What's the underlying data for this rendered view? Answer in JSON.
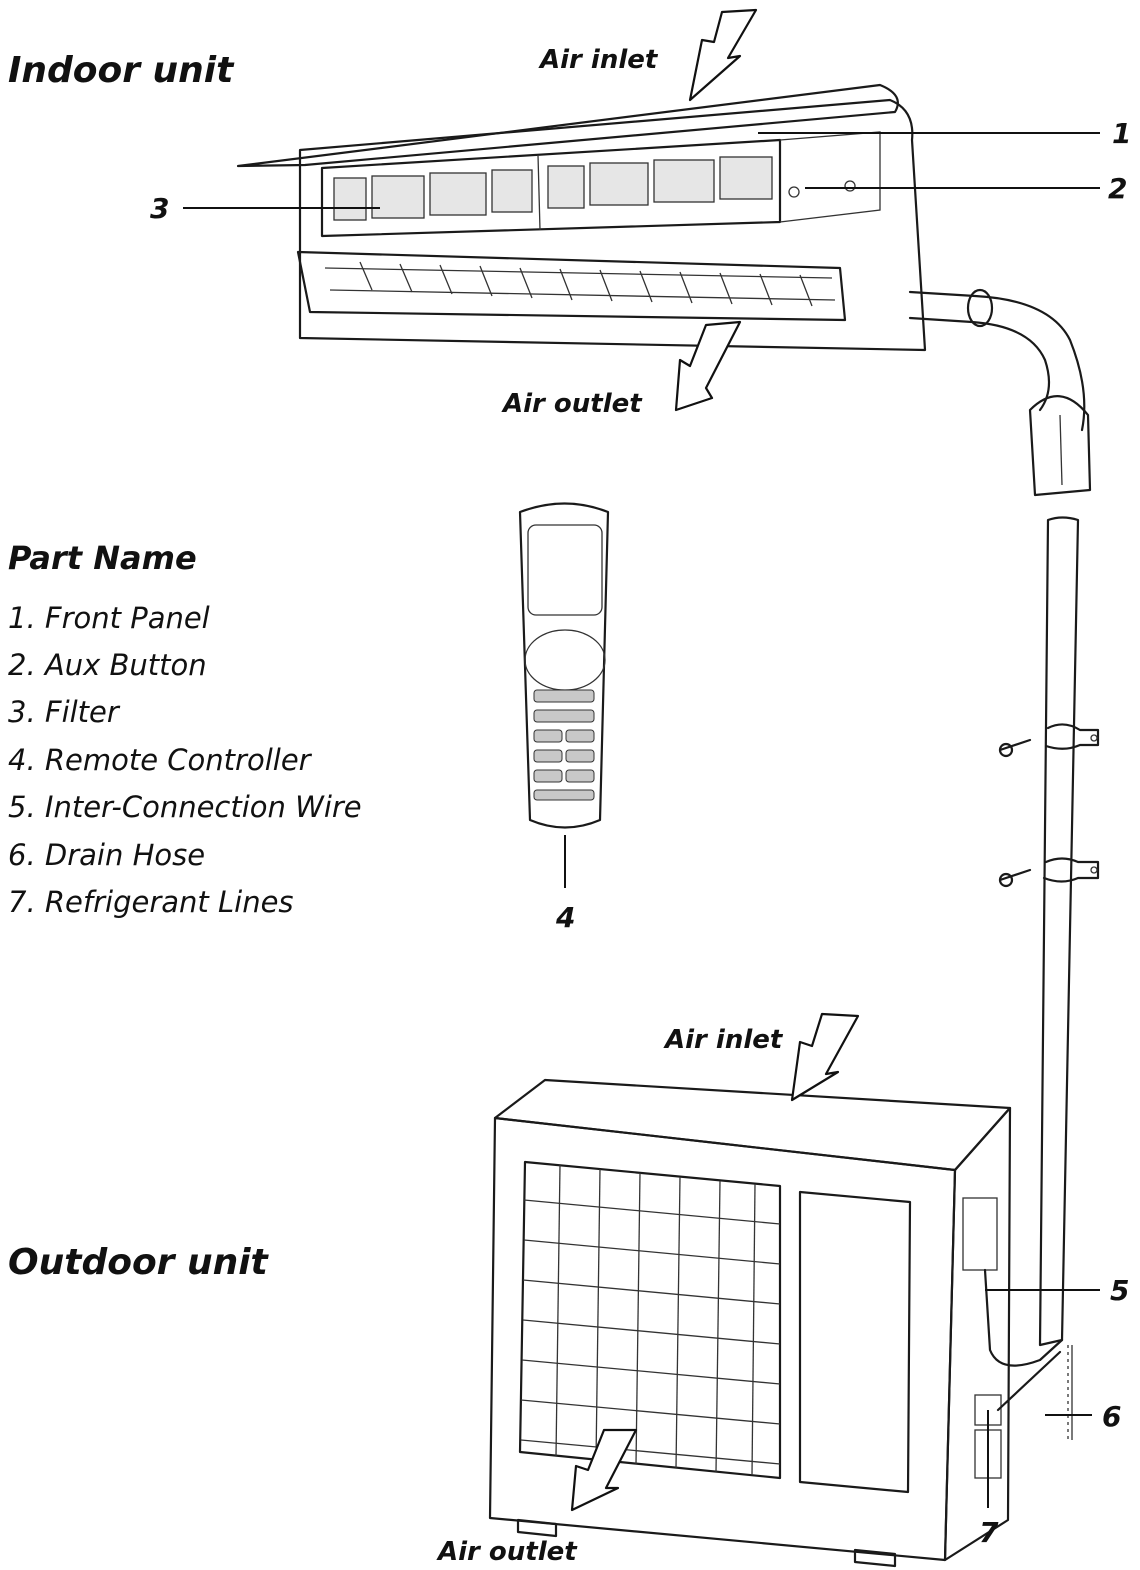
{
  "headings": {
    "indoor": "Indoor unit",
    "outdoor": "Outdoor unit",
    "part_name": "Part Name"
  },
  "flow_labels": {
    "indoor_inlet": "Air inlet",
    "indoor_outlet": "Air outlet",
    "outdoor_inlet": "Air inlet",
    "outdoor_outlet": "Air outlet"
  },
  "parts": [
    "1.  Front Panel",
    "2. Aux Button",
    "3. Filter",
    "4. Remote Controller",
    "5. Inter-Connection Wire",
    "6.  Drain Hose",
    "7. Refrigerant Lines"
  ],
  "callouts": {
    "c1": "1",
    "c2": "2",
    "c3": "3",
    "c4": "4",
    "c5": "5",
    "c6": "6",
    "c7": "7"
  }
}
